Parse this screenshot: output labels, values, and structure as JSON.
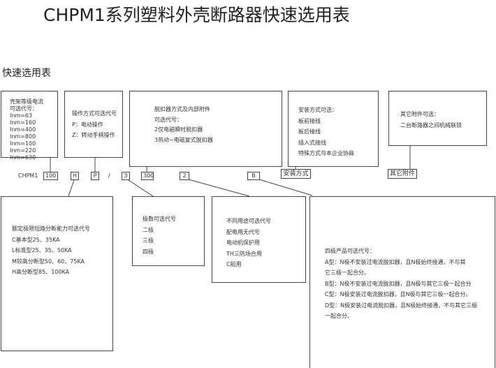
{
  "title": "CHPM1系列塑料外壳断路器快速选用表",
  "subtitle": "快速选用表",
  "frame_current": {
    "lines": [
      "壳架等级电流",
      "可选代号：",
      "Inm=63",
      "Inm=160",
      "Inm=400",
      "Inm=800",
      "Inm=100",
      "Inm=220",
      "Inm=630"
    ]
  },
  "operation": {
    "lines": [
      "操作方式可选代号",
      "P：电动操作",
      "Z：转动手柄操作"
    ]
  },
  "release": {
    "lines": [
      "脱扣器方式及内部附件",
      "可选代号：",
      "2仅电磁瞬时脱扣器",
      "3热动−电磁复式脱扣器"
    ]
  },
  "installation": {
    "lines": [
      "安装方式可选：",
      "板前接线",
      "板后接线",
      "插入式接线",
      "特殊方式与本企业协商"
    ],
    "label": "安装方式"
  },
  "accessories": {
    "lines": [
      "其它附件可选：",
      "二台断路器之间机械联锁"
    ],
    "label": "其它附件"
  },
  "code": {
    "prefix": "CHPM1",
    "frame": "100",
    "breaking": "H",
    "operation": "P",
    "slash": "/",
    "poles": "3",
    "release": "300",
    "usage": "2",
    "four_pole": "B"
  },
  "breaking_capacity": {
    "lines": [
      "额定极限短路分断能力可选代号",
      "C基本型25、35KA",
      "L标准型25、35、50KA",
      "M较高分断型50、60、75KA",
      "H高分断型85、100KA"
    ]
  },
  "poles": {
    "lines": [
      "极数可选代号",
      "二极",
      "三极",
      "四极"
    ]
  },
  "usage": {
    "lines": [
      "不同用途可选代号",
      "配电用无代号",
      "电动机保护用",
      "TH三防场合用",
      "C船用"
    ]
  },
  "four_pole": {
    "lines": [
      "四极产品可选代号：",
      "A型：N极不安装过电流脱扣器，且N极始终接通，不与其",
      "它三极一起合分。",
      "B型：N极不安装过电流脱扣器，且N极与其它三极一起合分",
      "C型：N极安装过电流脱扣器，且N极与其它三极一起合分。",
      "D型：N极安装过电流脱扣器，且N极始终接通，不与其它三极",
      "一起合分。"
    ]
  }
}
